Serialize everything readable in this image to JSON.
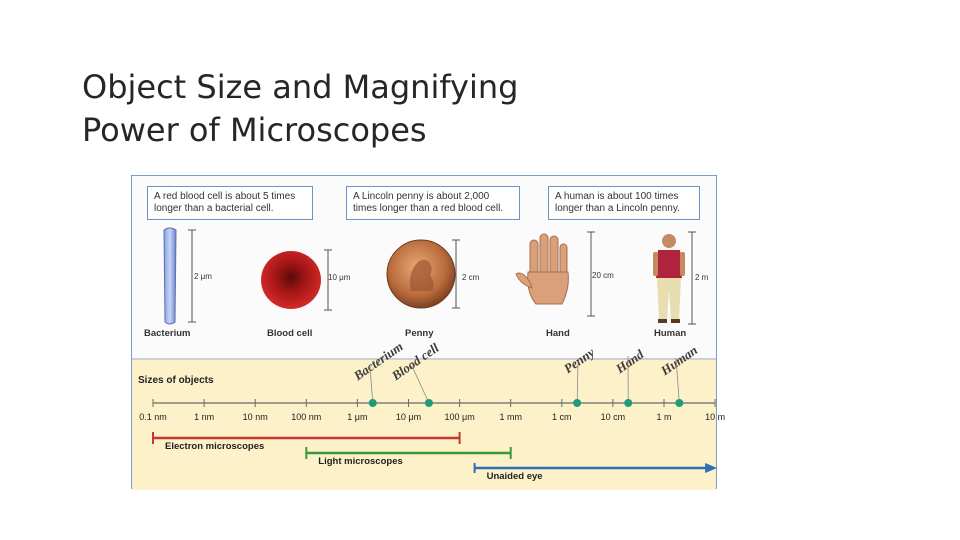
{
  "slide": {
    "title_line1": "Object Size and Magnifying",
    "title_line2": "Power of Microscopes"
  },
  "info_boxes": [
    {
      "text": "A red blood cell is about 5 times longer than a bacterial cell."
    },
    {
      "text": "A Lincoln penny is about 2,000 times longer than a red blood cell."
    },
    {
      "text": "A human is about 100 times longer than a Lincoln penny."
    }
  ],
  "objects": [
    {
      "name": "Bacterium",
      "size": "2 μm"
    },
    {
      "name": "Blood cell",
      "size": "10 μm"
    },
    {
      "name": "Penny",
      "size": "2 cm"
    },
    {
      "name": "Hand",
      "size": "20 cm"
    },
    {
      "name": "Human",
      "size": "2 m"
    }
  ],
  "diagonal_labels": [
    "Bacterium",
    "Blood cell",
    "Penny",
    "Hand",
    "Human"
  ],
  "scale": {
    "title": "Sizes of objects",
    "ticks": [
      "0.1 nm",
      "1 nm",
      "10 nm",
      "100 nm",
      "1 μm",
      "10 μm",
      "100 μm",
      "1 mm",
      "1 cm",
      "10 cm",
      "1 m",
      "10 m"
    ]
  },
  "ranges": [
    {
      "name": "Electron microscopes",
      "from": "0.1 nm",
      "to": "100 μm",
      "color": "#c0392b"
    },
    {
      "name": "Light microscopes",
      "from": "100 nm",
      "to": "1 mm",
      "color": "#3a9a3a"
    },
    {
      "name": "Unaided eye",
      "from": "0.1 mm",
      "to": "10 m",
      "color": "#2e6fb7"
    }
  ],
  "colors": {
    "marker": "#1f9a7a",
    "tick_line": "#6a6a6a"
  }
}
